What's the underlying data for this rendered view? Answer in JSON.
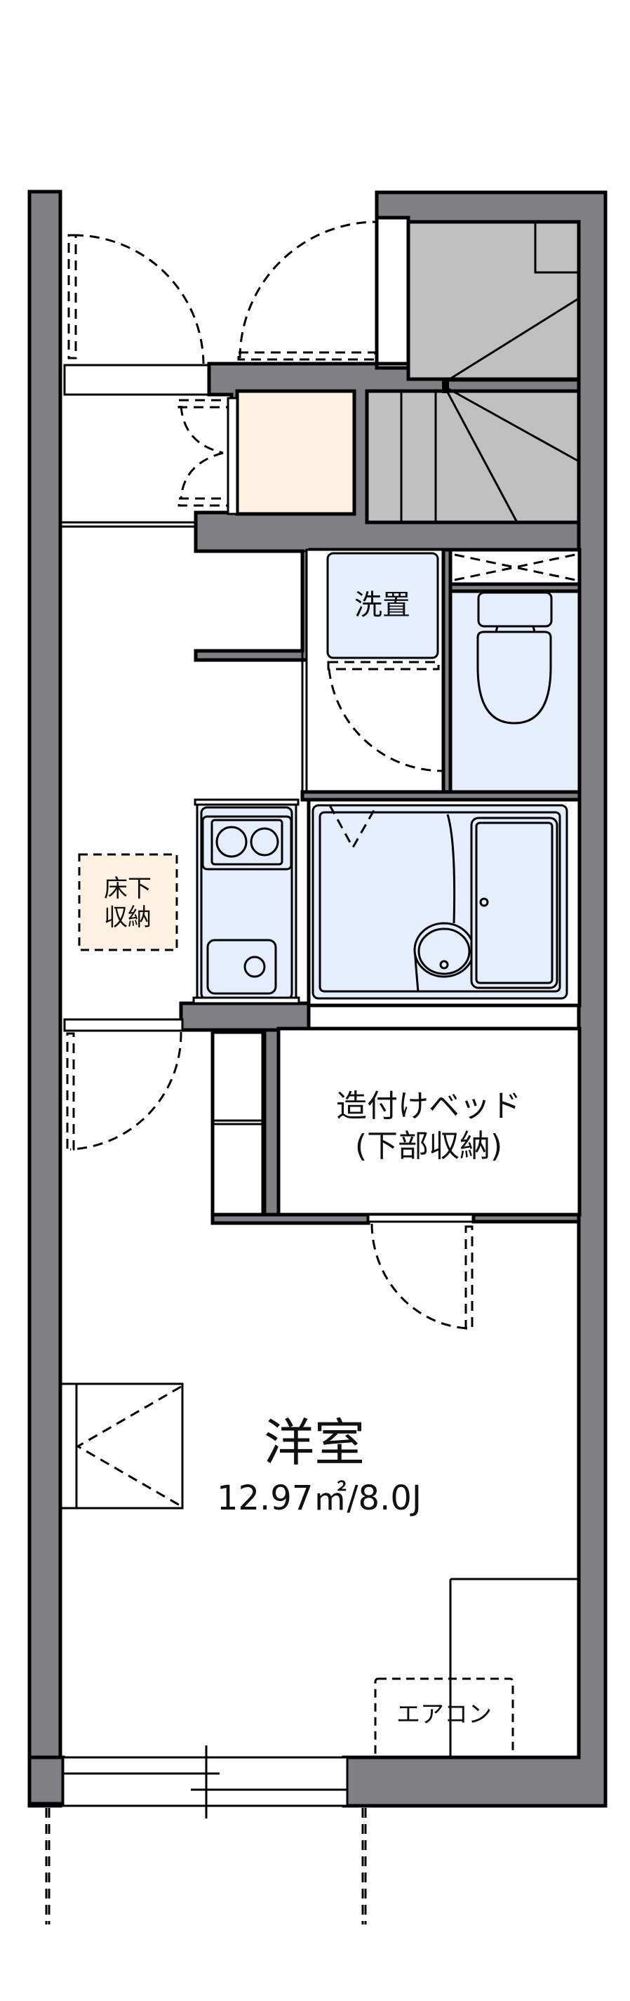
{
  "floor_plan": {
    "rooms": {
      "western_room": {
        "name": "洋室",
        "area": "12.97㎡/8.0J"
      },
      "built_in_bed": {
        "line1": "造付けベッド",
        "line2": "(下部収納)"
      },
      "underfloor_storage": {
        "line1": "床下",
        "line2": "収納"
      },
      "washer_space": {
        "label": "洗置"
      },
      "air_conditioner": {
        "label": "エアコン"
      }
    },
    "colors": {
      "wall": "#808084",
      "stair": "#c0c0c0",
      "wet_area": "#e5eefc",
      "storage": "#fdf2e2"
    }
  }
}
